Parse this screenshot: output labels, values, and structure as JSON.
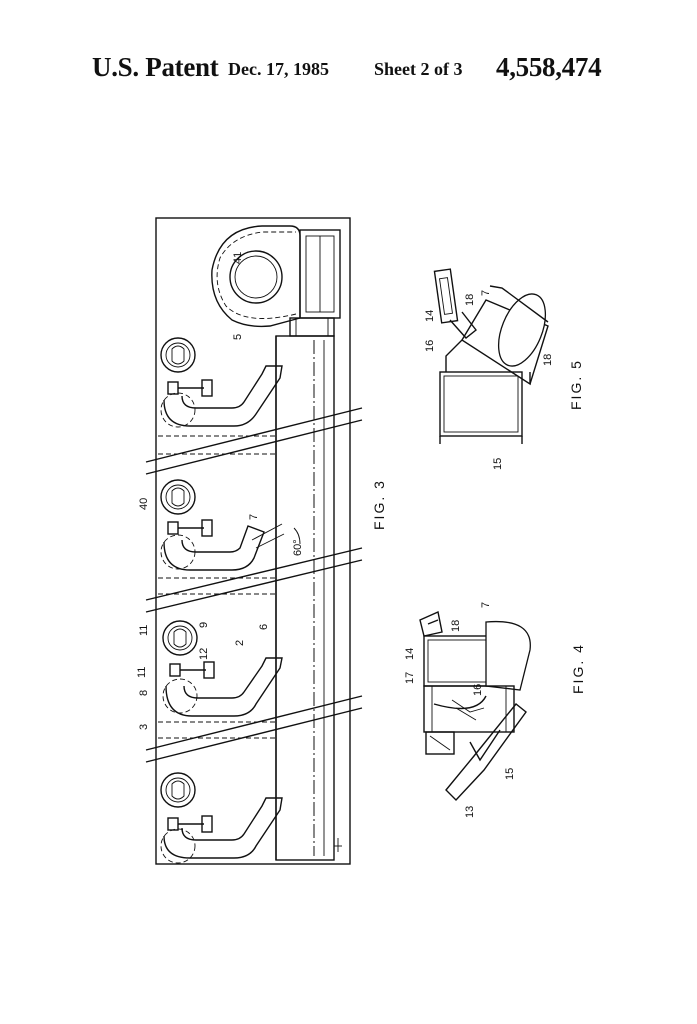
{
  "header": {
    "title": "U.S. Patent",
    "date": "Dec. 17, 1985",
    "sheet": "Sheet 2 of 3",
    "patent_number": "4,558,474"
  },
  "figures": {
    "fig3": {
      "caption": "FIG. 3",
      "angle": "60°",
      "labels": [
        "41",
        "5",
        "40",
        "7",
        "11",
        "9",
        "2",
        "6",
        "12",
        "11",
        "8",
        "3"
      ]
    },
    "fig4": {
      "caption": "FIG. 4",
      "labels": [
        "14",
        "18",
        "7",
        "17",
        "16",
        "15",
        "13"
      ]
    },
    "fig5": {
      "caption": "FIG. 5",
      "labels": [
        "18",
        "7",
        "14",
        "16",
        "18",
        "15"
      ]
    }
  }
}
